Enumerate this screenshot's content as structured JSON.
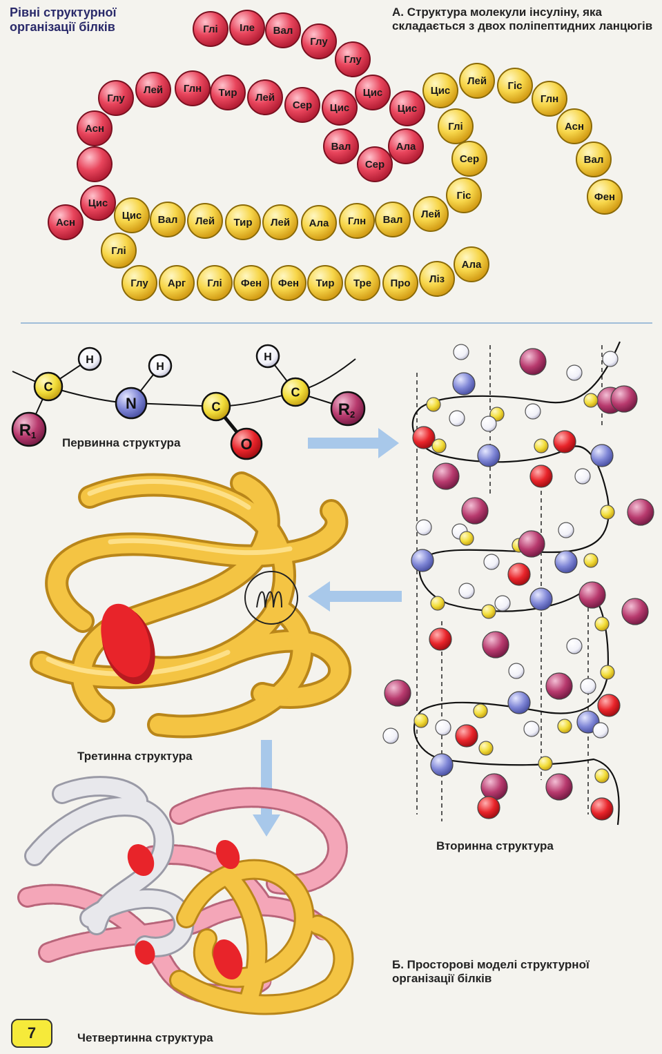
{
  "header": {
    "corner_title": "Рівні структурної організації білків",
    "insulin_title": "А. Структура молекули інсуліну, яка складається з двох поліпептидних ланцюгів",
    "models_title": "Б. Просторові моделі структурної організації білків"
  },
  "chain_a": [
    "Глі",
    "Іле",
    "Вал",
    "Глу",
    "Глу",
    "Цис",
    "Цис",
    "Сер",
    "Лей",
    "Тир",
    "Глн",
    "Лей",
    "Глу",
    "Асн",
    "",
    "Цис",
    "Асн"
  ],
  "loop": [
    "Цис",
    "Вал",
    "Сер",
    "Ала",
    "Цис"
  ],
  "chain_b": [
    "Фен",
    "Вал",
    "Асн",
    "Глн",
    "Гіс",
    "Лей",
    "Цис",
    "Глі",
    "Сер",
    "Гіс",
    "Лей",
    "Вал",
    "Глн",
    "Ала",
    "Лей",
    "Тир",
    "Лей",
    "Вал",
    "Цис",
    "Глі",
    "Глу",
    "Арг",
    "Глі",
    "Фен",
    "Фен",
    "Тир",
    "Тре",
    "Про",
    "Ліз",
    "Ала"
  ],
  "primary": {
    "atoms": [
      "C",
      "H",
      "N",
      "H",
      "C",
      "O",
      "C",
      "H"
    ],
    "r1": "R1",
    "r2": "R2",
    "caption": "Первинна структура"
  },
  "captions": {
    "tertiary": "Третинна структура",
    "secondary": "Вторинна структура",
    "quaternary": "Четвертинна структура"
  },
  "page_number": "7",
  "colors": {
    "chain_a": "#e8455c",
    "chain_b": "#f7d64a",
    "carbon": "#f2dd3a",
    "nitrogen": "#7f86d6",
    "oxygen": "#e8242a",
    "r_group": "#b83a6e",
    "hydrogen": "#ffffff",
    "arrow": "#a8c8ea",
    "tertiary_ribbon": "#f4c443",
    "quaternary_pink": "#f4a6b8",
    "quaternary_white": "#e8e8ec",
    "heme": "#d8242a"
  }
}
